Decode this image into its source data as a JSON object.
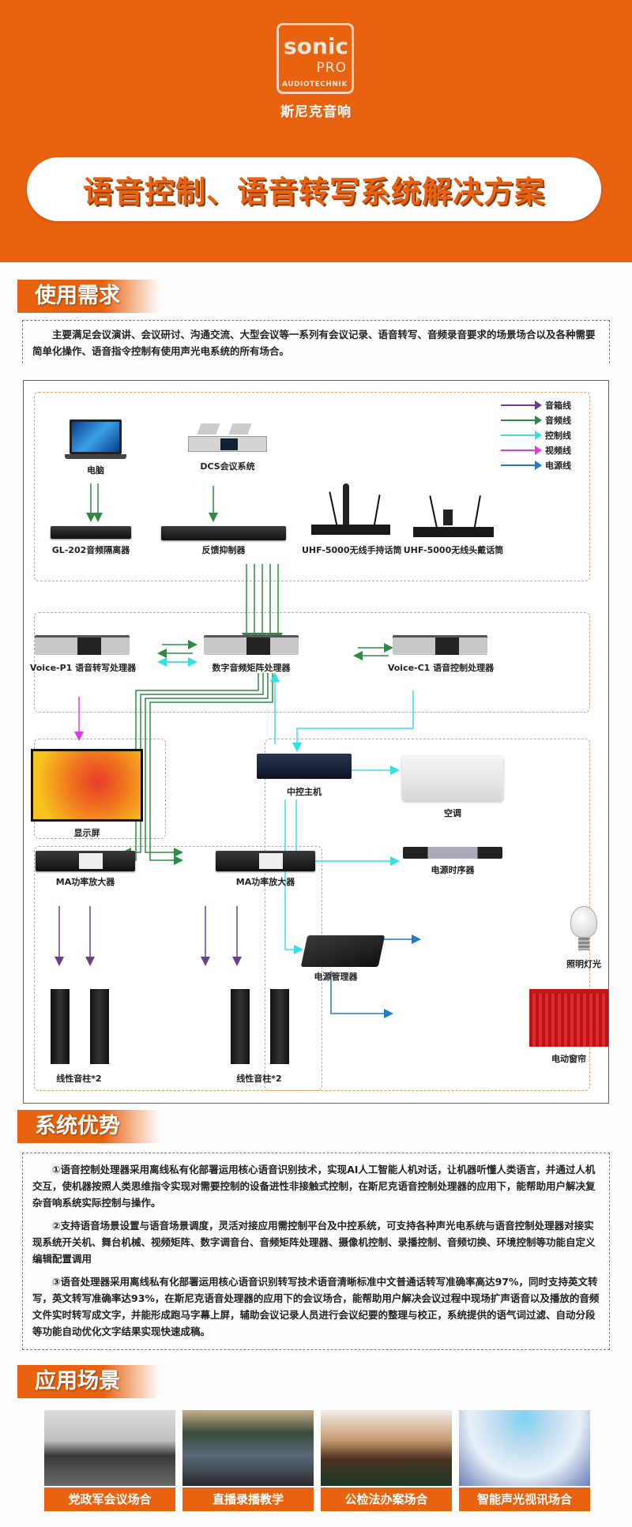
{
  "brand": {
    "logo_word": "sonic",
    "logo_sub": "PRO",
    "logo_tagline": "AUDIOTECHNIK",
    "name_cn": "斯尼克音响",
    "accent_color": "#e8620f"
  },
  "title": "语音控制、语音转写系统解决方案",
  "sections": {
    "requirements": {
      "heading": "使用需求",
      "text": "主要满足会议演讲、会议研讨、沟通交流、大型会议等一系列有会议记录、语音转写、音频录音要求的场景场合以及各种需要简单化操作、语音指令控制有使用声光电系统的所有场合。"
    },
    "advantages": {
      "heading": "系统优势",
      "items": [
        "①语音控制处理器采用离线私有化部署运用核心语音识别技术，实现AI人工智能人机对话，让机器听懂人类语言，并通过人机交互，使机器按照人类思维指令实现对需要控制的设备进性非接触式控制，在斯尼克语音控制处理器的应用下，能帮助用户解决复杂音响系统实际控制与操作。",
        "②支持语音场景设置与语音场景调度，灵活对接应用需控制平台及中控系统，可支持各种声光电系统与语音控制处理器对接实现系统开关机、舞台机械、视频矩阵、数字调音台、音频矩阵处理器、摄像机控制、录播控制、音频切换、环境控制等功能自定义编辑配置调用",
        "③语音处理器采用离线私有化部署运用核心语音识别转写技术语音清晰标准中文普通话转写准确率高达97%，同时支持英文转写，英文转写准确率达93%，在斯尼克语音处理器的应用下的会议场合，能帮助用户解决会议过程中现场扩声语音以及播放的音频文件实时转写成文字，并能形成跑马字幕上屏，辅助会议记录人员进行会议纪要的整理与校正，系统提供的语气词过滤、自动分段等功能自动优化文字结果实现快速成稿。"
      ]
    },
    "scenarios": {
      "heading": "应用场景",
      "items": [
        {
          "label": "党政军会议场合"
        },
        {
          "label": "直播录播教学"
        },
        {
          "label": "公检法办案场合"
        },
        {
          "label": "智能声光视讯场合"
        }
      ]
    }
  },
  "diagram": {
    "legend": [
      {
        "label": "音箱线",
        "color": "#6a3d8f"
      },
      {
        "label": "音频线",
        "color": "#2e8b45"
      },
      {
        "label": "控制线",
        "color": "#34e0e8"
      },
      {
        "label": "视频线",
        "color": "#e03ae0"
      },
      {
        "label": "电源线",
        "color": "#1e7bc4"
      }
    ],
    "devices": {
      "computer": "电脑",
      "dcs": "DCS会议系统",
      "isolator": "GL-202音频隔离器",
      "feedback": "反馈抑制器",
      "uhf_handheld": "UHF-5000无线手持话筒",
      "uhf_headset": "UHF-5000无线头戴话筒",
      "voice_p1": "Voice-P1 语音转写处理器",
      "matrix": "数字音频矩阵处理器",
      "voice_c1": "Voice-C1 语音控制处理器",
      "display": "显示屏",
      "central": "中控主机",
      "ac": "空调",
      "sequencer": "电源时序器",
      "power_mgr": "电源管理器",
      "lighting": "照明灯光",
      "curtain": "电动窗帘",
      "amp1": "MA功率放大器",
      "amp2": "MA功率放大器",
      "speakers1": "线性音柱*2",
      "speakers2": "线性音柱*2"
    }
  }
}
